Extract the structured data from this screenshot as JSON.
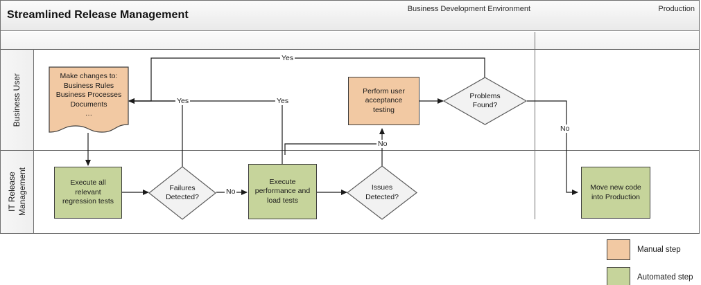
{
  "diagram": {
    "title": "Streamlined Release Management",
    "phases": [
      {
        "label": "Business Development Environment"
      },
      {
        "label": "Production"
      }
    ],
    "lanes": [
      {
        "label": "Business User"
      },
      {
        "label": "IT Release\nManagement"
      }
    ],
    "nodes": [
      {
        "id": "make-changes",
        "label": "Make changes to:\nBusiness Rules\nBusiness Processes\nDocuments\n…",
        "type": "document",
        "style": "manual"
      },
      {
        "id": "perform-uat",
        "label": "Perform user\nacceptance\ntesting",
        "type": "process",
        "style": "manual"
      },
      {
        "id": "problems-found",
        "label": "Problems\nFound?",
        "type": "decision",
        "style": "plain"
      },
      {
        "id": "execute-regression",
        "label": "Execute all\nrelevant\nregression tests",
        "type": "process",
        "style": "automated"
      },
      {
        "id": "failures-detected",
        "label": "Failures\nDetected?",
        "type": "decision",
        "style": "plain"
      },
      {
        "id": "execute-performance",
        "label": "Execute\nperformance and\nload tests",
        "type": "process",
        "style": "automated"
      },
      {
        "id": "issues-detected",
        "label": "Issues\nDetected?",
        "type": "decision",
        "style": "plain"
      },
      {
        "id": "move-to-production",
        "label": "Move new code\ninto Production",
        "type": "process",
        "style": "automated"
      }
    ],
    "edge_labels": [
      {
        "id": "yes-problems",
        "text": "Yes"
      },
      {
        "id": "yes-failures",
        "text": "Yes"
      },
      {
        "id": "yes-issues",
        "text": "Yes"
      },
      {
        "id": "no-failures",
        "text": "No"
      },
      {
        "id": "no-issues",
        "text": "No"
      },
      {
        "id": "no-problems",
        "text": "No"
      }
    ],
    "legend": [
      {
        "label": "Manual step",
        "color": "#f2c9a3"
      },
      {
        "label": "Automated step",
        "color": "#c6d49b"
      }
    ],
    "colors": {
      "manual": "#f2c9a3",
      "automated": "#c6d49b",
      "decision": "#f2f2f2",
      "stroke": "#3d3d3d",
      "frame": "#6f6f6f"
    }
  }
}
